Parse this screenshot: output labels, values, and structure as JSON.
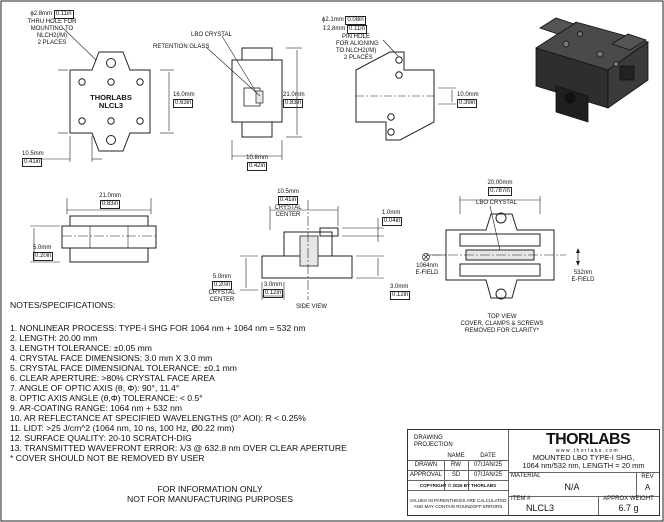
{
  "callouts": {
    "thru_hole_dia_mm": "2.8mm",
    "thru_hole_dia_in": "0.11in",
    "thru_hole_note": [
      "THRU HOLE FOR",
      "MOUNTING TO",
      "NLCH2(/M)",
      "2 PLACES"
    ],
    "lbo_crystal": "LBO CRYSTAL",
    "retention_glass": "RETENTION GLASS",
    "pin_hole_dia_mm": "2.1mm",
    "pin_hole_dia_in": "0.08in",
    "pin_hole_depth_mm": "2.8mm",
    "pin_hole_depth_in": "0.11in",
    "pin_hole_note": [
      "PIN HOLE",
      "FOR ALIGNING",
      "TO NLCH2(/M)",
      "2 PLACES"
    ]
  },
  "dimensions": {
    "front_height_mm": "16.0mm",
    "front_height_in": "0.63in",
    "front_width_mm": "10.5mm",
    "front_width_in": "0.41in",
    "side_height_mm": "21.0mm",
    "side_height_in": "0.83in",
    "side_width_mm": "10.8mm",
    "side_width_in": "0.42in",
    "right_height_mm": "10.0mm",
    "right_height_in": "0.39in",
    "bottom_width_mm": "21.0mm",
    "bottom_width_in": "0.83in",
    "bottom_height_mm": "5.0mm",
    "bottom_height_in": "0.20in",
    "sv_width_mm": "10.5mm",
    "sv_width_in": "0.41in",
    "sv_crystal_center": "CRYSTAL",
    "sv_crystal_center2": "CENTER",
    "sv_top_mm": "1.0mm",
    "sv_top_in": "0.04in",
    "sv_left_mm": "5.0mm",
    "sv_left_in": "0.20in",
    "sv_left_label": [
      "CRYSTAL",
      "CENTER"
    ],
    "sv_bottom_mm": "3.0mm",
    "sv_bottom_in": "0.12in",
    "sv_right_mm": "3.0mm",
    "sv_right_in": "0.12in",
    "side_view_label": "SIDE VIEW",
    "tv_width_mm": "20.00mm",
    "tv_width_in": "0.787in",
    "tv_lbo": "LBO CRYSTAL",
    "tv_left_nm": "1064nm",
    "tv_left_field": "E-FIELD",
    "tv_right_nm": "532nm",
    "tv_right_field": "E-FIELD",
    "top_view_label": [
      "TOP VIEW",
      "COVER, CLAMPS & SCREWS",
      "REMOVED FOR CLARITY*"
    ]
  },
  "part_marking": [
    "THORLABS",
    "NLCL3"
  ],
  "notes": {
    "heading": "NOTES/SPECIFICATIONS:",
    "items": [
      "1.   NONLINEAR PROCESS: TYPE-I SHG FOR 1064 nm + 1064 nm = 532 nm",
      "2.   LENGTH: 20.00 mm",
      "3.   LENGTH TOLERANCE: ±0.05 mm",
      "4.   CRYSTAL FACE DIMENSIONS: 3.0 mm X 3.0 mm",
      "5.   CRYSTAL FACE DIMENSIONAL TOLERANCE: ±0.1 mm",
      "6.   CLEAR APERTURE: >80% CRYSTAL FACE AREA",
      "7.   ANGLE OF OPTIC AXIS (θ, Φ): 90°, 11.4°",
      "8.   OPTIC AXIS ANGLE (θ,Φ) TOLERANCE: < 0.5°",
      "9.   AR-COATING RANGE: 1064 nm + 532 nm",
      "10.  AR REFLECTANCE AT SPECIFIED WAVELENGTHS (0° AOI): R < 0.25%",
      "11.  LIDT: >25 J/cm^2  (1064 nm, 10 ns, 100 Hz, Ø0.22 mm)",
      "12.  SURFACE QUALITY: 20-10 SCRATCH-DIG",
      "13.  TRANSMITTED WAVEFRONT ERROR: λ/3 @ 632.8 nm OVER CLEAR APERTURE",
      "* COVER SHOULD NOT BE REMOVED BY USER"
    ],
    "info_line1": "FOR INFORMATION ONLY",
    "info_line2": "NOT FOR MANUFACTURING PURPOSES"
  },
  "title_block": {
    "drawing_projection": [
      "DRAWING",
      "PROJECTION"
    ],
    "col_name": "NAME",
    "col_date": "DATE",
    "drawn_label": "DRAWN",
    "drawn_name": "RW",
    "drawn_date": "07/JAN/25",
    "approval_label": "APPROVAL",
    "approval_name": "SD",
    "approval_date": "07/JAN/25",
    "copyright": "COPYRIGHT © 2025 BY THORLABS",
    "rounding_note": [
      "VALUES IN PARENTHESIS ARE CALCULATED",
      "AND MAY CONTAIN ROUNDOFF ERRORS"
    ],
    "brand": "THORLABS",
    "website": "w w w . t h o r l a b s . c o m",
    "description_line1": "MOUNTED LBO TYPE-I SHG,",
    "description_line2": "1064 nm/532 nm, LENGTH = 20 mm",
    "material_label": "MATERIAL",
    "material_value": "N/A",
    "rev_label": "REV",
    "rev_value": "A",
    "item_label": "ITEM #",
    "item_value": "NLCL3",
    "weight_label": "APPROX WEIGHT",
    "weight_value": "6.7 g"
  },
  "colors": {
    "line": "#222222",
    "iso_body": "#3a3a3a",
    "iso_face": "#555555"
  }
}
